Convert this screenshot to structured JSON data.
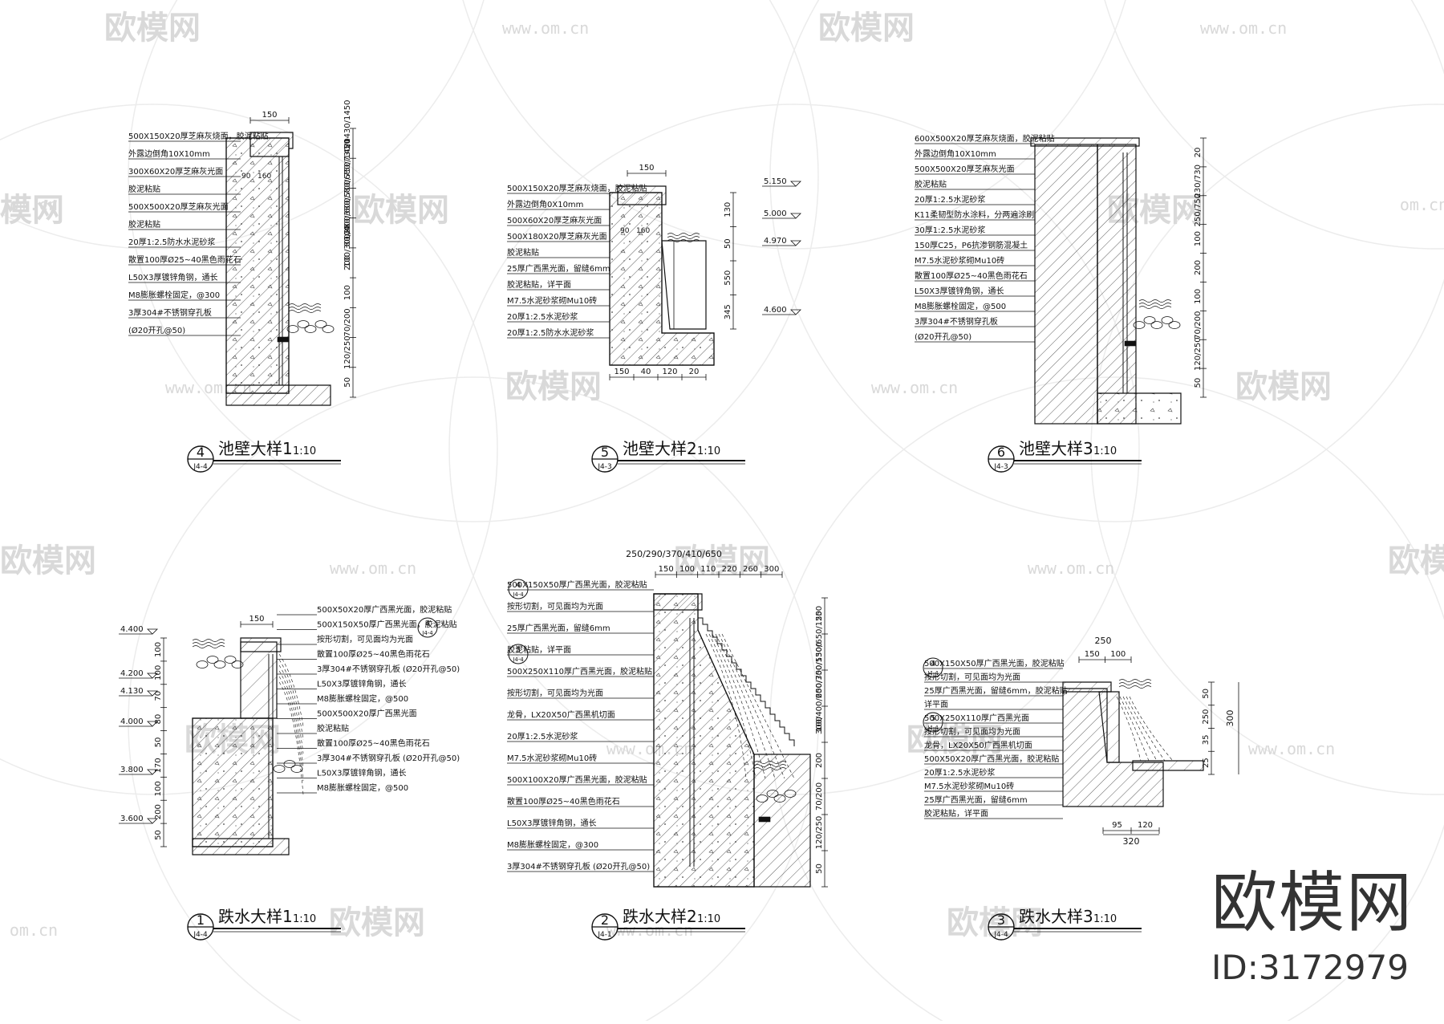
{
  "watermarks": {
    "logo_text": "欧模网",
    "url_text": "www.om.cn",
    "url_short": "om.cn"
  },
  "brand": {
    "logo": "欧模网",
    "id": "ID:3172979"
  },
  "details": [
    {
      "num": "4",
      "ref": "J4-4",
      "title": "池壁大样1",
      "scale": "1:10",
      "dims_top": [
        "150"
      ],
      "dims_side": [
        "20",
        "80/280/380/580/680/730/1430/1450",
        "100/300/400/600/700/750/1450",
        "100",
        "200",
        "100",
        "70/200",
        "120/250",
        "50"
      ],
      "inner_dims": [
        "90",
        "160"
      ],
      "notes": [
        "500X150X20厚芝麻灰烧面，胶泥粘贴",
        "外露边倒角10X10mm",
        "300X60X20厚芝麻灰光面",
        "胶泥粘贴",
        "500X500X20厚芝麻灰光面",
        "胶泥粘贴",
        "20厚1:2.5防水水泥砂浆",
        "散置100厚Ø25~40黑色雨花石",
        "L50X3厚镀锌角钢，通长",
        "M8膨胀螺栓固定，@300",
        "3厚304#不锈钢穿孔板",
        "(Ø20开孔@50)"
      ]
    },
    {
      "num": "5",
      "ref": "J4-3",
      "title": "池壁大样2",
      "scale": "1:10",
      "dims_top": [
        "150"
      ],
      "dims_bottom": [
        "150",
        "40",
        "120",
        "20"
      ],
      "dims_side": [
        "130",
        "50",
        "550",
        "345"
      ],
      "inner_dims": [
        "90",
        "160"
      ],
      "levels": [
        "5.150",
        "5.000",
        "4.970",
        "4.600"
      ],
      "notes": [
        "500X150X20厚芝麻灰烧面，胶泥粘贴",
        "外露边倒角0X10mm",
        "500X60X20厚芝麻灰光面",
        "500X180X20厚芝麻灰光面",
        "胶泥粘贴",
        "25厚广西黑光面，留缝6mm",
        "胶泥粘贴，详平面",
        "M7.5水泥砂浆砌Mu10砖",
        "20厚1:2.5水泥砂浆",
        "20厚1:2.5防水水泥砂浆"
      ]
    },
    {
      "num": "6",
      "ref": "J4-3",
      "title": "池壁大样3",
      "scale": "1:10",
      "dims_side": [
        "20",
        "230/730",
        "250/750",
        "100",
        "200",
        "100",
        "70/200",
        "120/250",
        "50"
      ],
      "notes": [
        "600X500X20厚芝麻灰烧面，胶泥粘贴",
        "外露边倒角10X10mm",
        "500X500X20厚芝麻灰光面",
        "胶泥粘贴",
        "20厚1:2.5水泥砂浆",
        "K11柔韧型防水涂料，分两遍涂刷",
        "30厚1:2.5水泥砂浆",
        "150厚C25，P6抗渗钢筋混凝土",
        "M7.5水泥砂浆砌Mu10砖",
        "散置100厚Ø25~40黑色雨花石",
        "L50X3厚镀锌角钢，通长",
        "M8膨胀螺栓固定，@500",
        "3厚304#不锈钢穿孔板",
        "(Ø20开孔@50)"
      ]
    },
    {
      "num": "1",
      "ref": "J4-4",
      "title": "跌水大样1",
      "scale": "1:10",
      "dims_top": [
        "150"
      ],
      "dims_side": [
        "100",
        "100",
        "70",
        "80",
        "50",
        "170",
        "100",
        "200",
        "50"
      ],
      "levels": [
        "4.400",
        "4.200",
        "4.130",
        "4.000",
        "3.800",
        "3.600"
      ],
      "callouts": [
        "4",
        "J4-4"
      ],
      "notes": [
        "500X50X20厚广西黑光面，胶泥粘贴",
        "500X150X50厚广西黑光面，胶泥粘贴",
        "按形切割，可见面均为光面",
        "散置100厚Ø25~40黑色雨花石",
        "3厚304#不锈钢穿孔板 (Ø20开孔@50)",
        "L50X3厚镀锌角钢，通长",
        "M8膨胀螺栓固定，@500",
        "500X500X20厚广西黑光面",
        "胶泥粘贴",
        "散置100厚Ø25~40黑色雨花石",
        "3厚304#不锈钢穿孔板 (Ø20开孔@50)",
        "L50X3厚镀锌角钢，通长",
        "M8膨胀螺栓固定，@500"
      ]
    },
    {
      "num": "2",
      "ref": "J4-1",
      "title": "跌水大样2",
      "scale": "1:10",
      "dims_top": [
        "250/290/370/410/650",
        "150",
        "100",
        "110",
        "220",
        "260",
        "300"
      ],
      "dims_side": [
        "50",
        "250/350/550/650/1250",
        "300/400/600/700/1300",
        "100",
        "200",
        "70/200",
        "120/250",
        "50"
      ],
      "callouts": [
        "4",
        "J4-4",
        "5",
        "J4-4"
      ],
      "notes": [
        "500X150X50厚广西黑光面，胶泥粘贴",
        "按形切割，可见面均为光面",
        "25厚广西黑光面，留缝6mm",
        "胶泥粘贴，详平面",
        "500X250X110厚广西黑光面，胶泥粘贴",
        "按形切割，可见面均为光面",
        "龙骨，LX20X50广西黑机切面",
        "20厚1:2.5水泥砂浆",
        "M7.5水泥砂浆砌Mu10砖",
        "500X100X20厚广西黑光面，胶泥粘贴",
        "散置100厚Ø25~40黑色雨花石",
        "L50X3厚镀锌角钢，通长",
        "M8膨胀螺栓固定，@300",
        "3厚304#不锈钢穿孔板 (Ø20开孔@50)"
      ]
    },
    {
      "num": "3",
      "ref": "J4-4",
      "title": "跌水大样3",
      "scale": "1:10",
      "dims_top": [
        "250",
        "150",
        "100"
      ],
      "dims_bottom": [
        "95",
        "120",
        "320"
      ],
      "dims_side": [
        "50",
        "250",
        "300",
        "35",
        "25"
      ],
      "callouts": [
        "4",
        "J4-4",
        "5",
        "J4-4"
      ],
      "notes": [
        "500X150X50厚广西黑光面，胶泥粘贴",
        "按形切割，可见面均为光面",
        "25厚广西黑光面，留缝6mm，胶泥粘贴",
        "详平面",
        "500X250X110厚广西黑光面",
        "按形切割，可见面均为光面",
        "龙骨，LX20X50广西黑机切面",
        "500X50X20厚广西黑光面，胶泥粘贴",
        "20厚1:2.5水泥砂浆",
        "M7.5水泥砂浆砌Mu10砖",
        "25厚广西黑光面，留缝6mm",
        "胶泥粘贴，详平面"
      ]
    }
  ]
}
